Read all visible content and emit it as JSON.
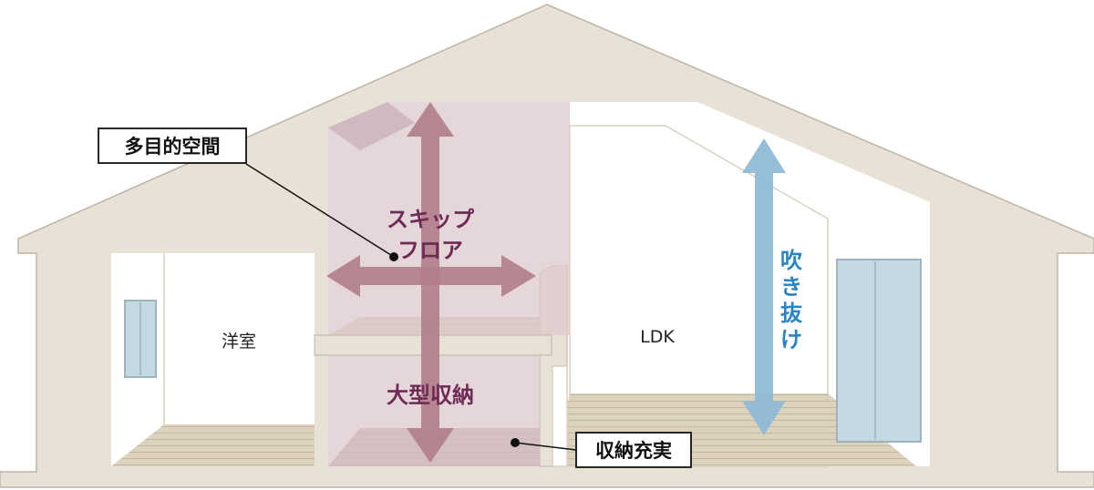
{
  "colors": {
    "house_wall": "#e8e2d6",
    "house_outline": "#bdb4a4",
    "interior": "#ffffff",
    "floor": "#ddd2bd",
    "floor_line": "#c6b89f",
    "skip_floor_zone": "#dcc8cc",
    "skip_arrow": "#b07d8a",
    "skip_text": "#6f2a55",
    "void_arrow": "#8fbcd6",
    "void_text": "#2a86c2",
    "window_glass": "#c5d9e2",
    "window_frame": "#9fb3bc"
  },
  "rooms": {
    "bedroom": "洋室",
    "ldk": "LDK"
  },
  "features": {
    "skip_floor_line1": "スキップ",
    "skip_floor_line2": "フロア",
    "large_storage": "大型収納",
    "void_chars": [
      "吹",
      "き",
      "抜",
      "け"
    ]
  },
  "callouts": {
    "multipurpose": "多目的空間",
    "storage": "収納充実"
  }
}
